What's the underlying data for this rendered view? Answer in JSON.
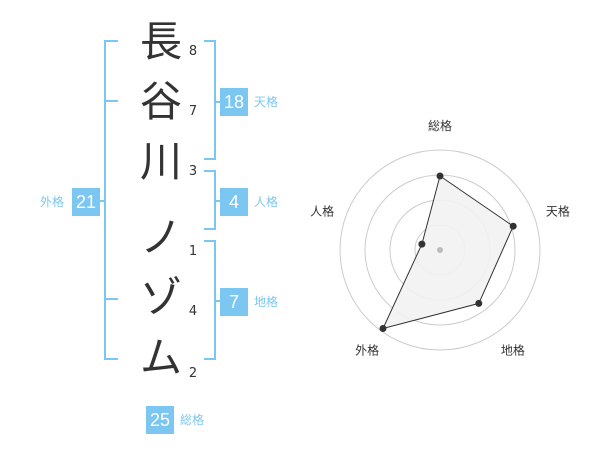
{
  "name": {
    "characters": [
      "長",
      "谷",
      "川",
      "ノ",
      "ゾ",
      "ム"
    ],
    "strokes": [
      "8",
      "7",
      "3",
      "1",
      "4",
      "2"
    ]
  },
  "kakusu": {
    "tenkaku": {
      "label": "天格",
      "value": "18"
    },
    "jinkaku": {
      "label": "人格",
      "value": "4"
    },
    "chikaku": {
      "label": "地格",
      "value": "7"
    },
    "gaikaku": {
      "label": "外格",
      "value": "21"
    },
    "soukaku": {
      "label": "総格",
      "value": "25"
    }
  },
  "chart_data": {
    "type": "radar",
    "axes": [
      "総格",
      "天格",
      "地格",
      "外格",
      "人格"
    ],
    "values": [
      0.74,
      0.77,
      0.66,
      0.97,
      0.19
    ],
    "range": [
      0,
      1
    ],
    "rings": 4,
    "colors": {
      "fill": "#f2f2f2",
      "stroke": "#333333",
      "grid": "#cccccc",
      "point": "#333333",
      "center": "#bbbbbb"
    }
  }
}
